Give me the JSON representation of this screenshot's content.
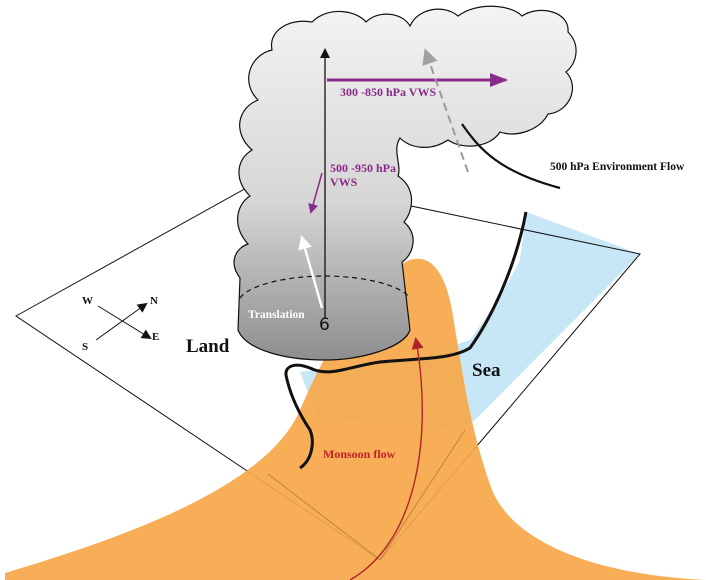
{
  "labels": {
    "vws_upper": "300 -850 hPa VWS",
    "vws_lower_line1": "500 -950 hPa",
    "vws_lower_line2": "VWS",
    "environment_flow": "500 hPa Environment Flow",
    "land": "Land",
    "sea": "Sea",
    "translation": "Translation",
    "monsoon_flow": "Monsoon flow",
    "storm_symbol": "6"
  },
  "compass": {
    "west": "W",
    "north": "N",
    "south": "S",
    "east": "E"
  },
  "colors": {
    "monsoon_fill": "#f7a84a",
    "sea_fill": "#c7e6f6",
    "cloud_light": "#f2f2f2",
    "cloud_dark": "#8a8a8a",
    "vws_arrow": "#8a2a8a",
    "monsoon_arrow": "#b0232b",
    "translation_arrow": "#ffffff",
    "environment_flow_arrow": "#9a9a9a"
  }
}
